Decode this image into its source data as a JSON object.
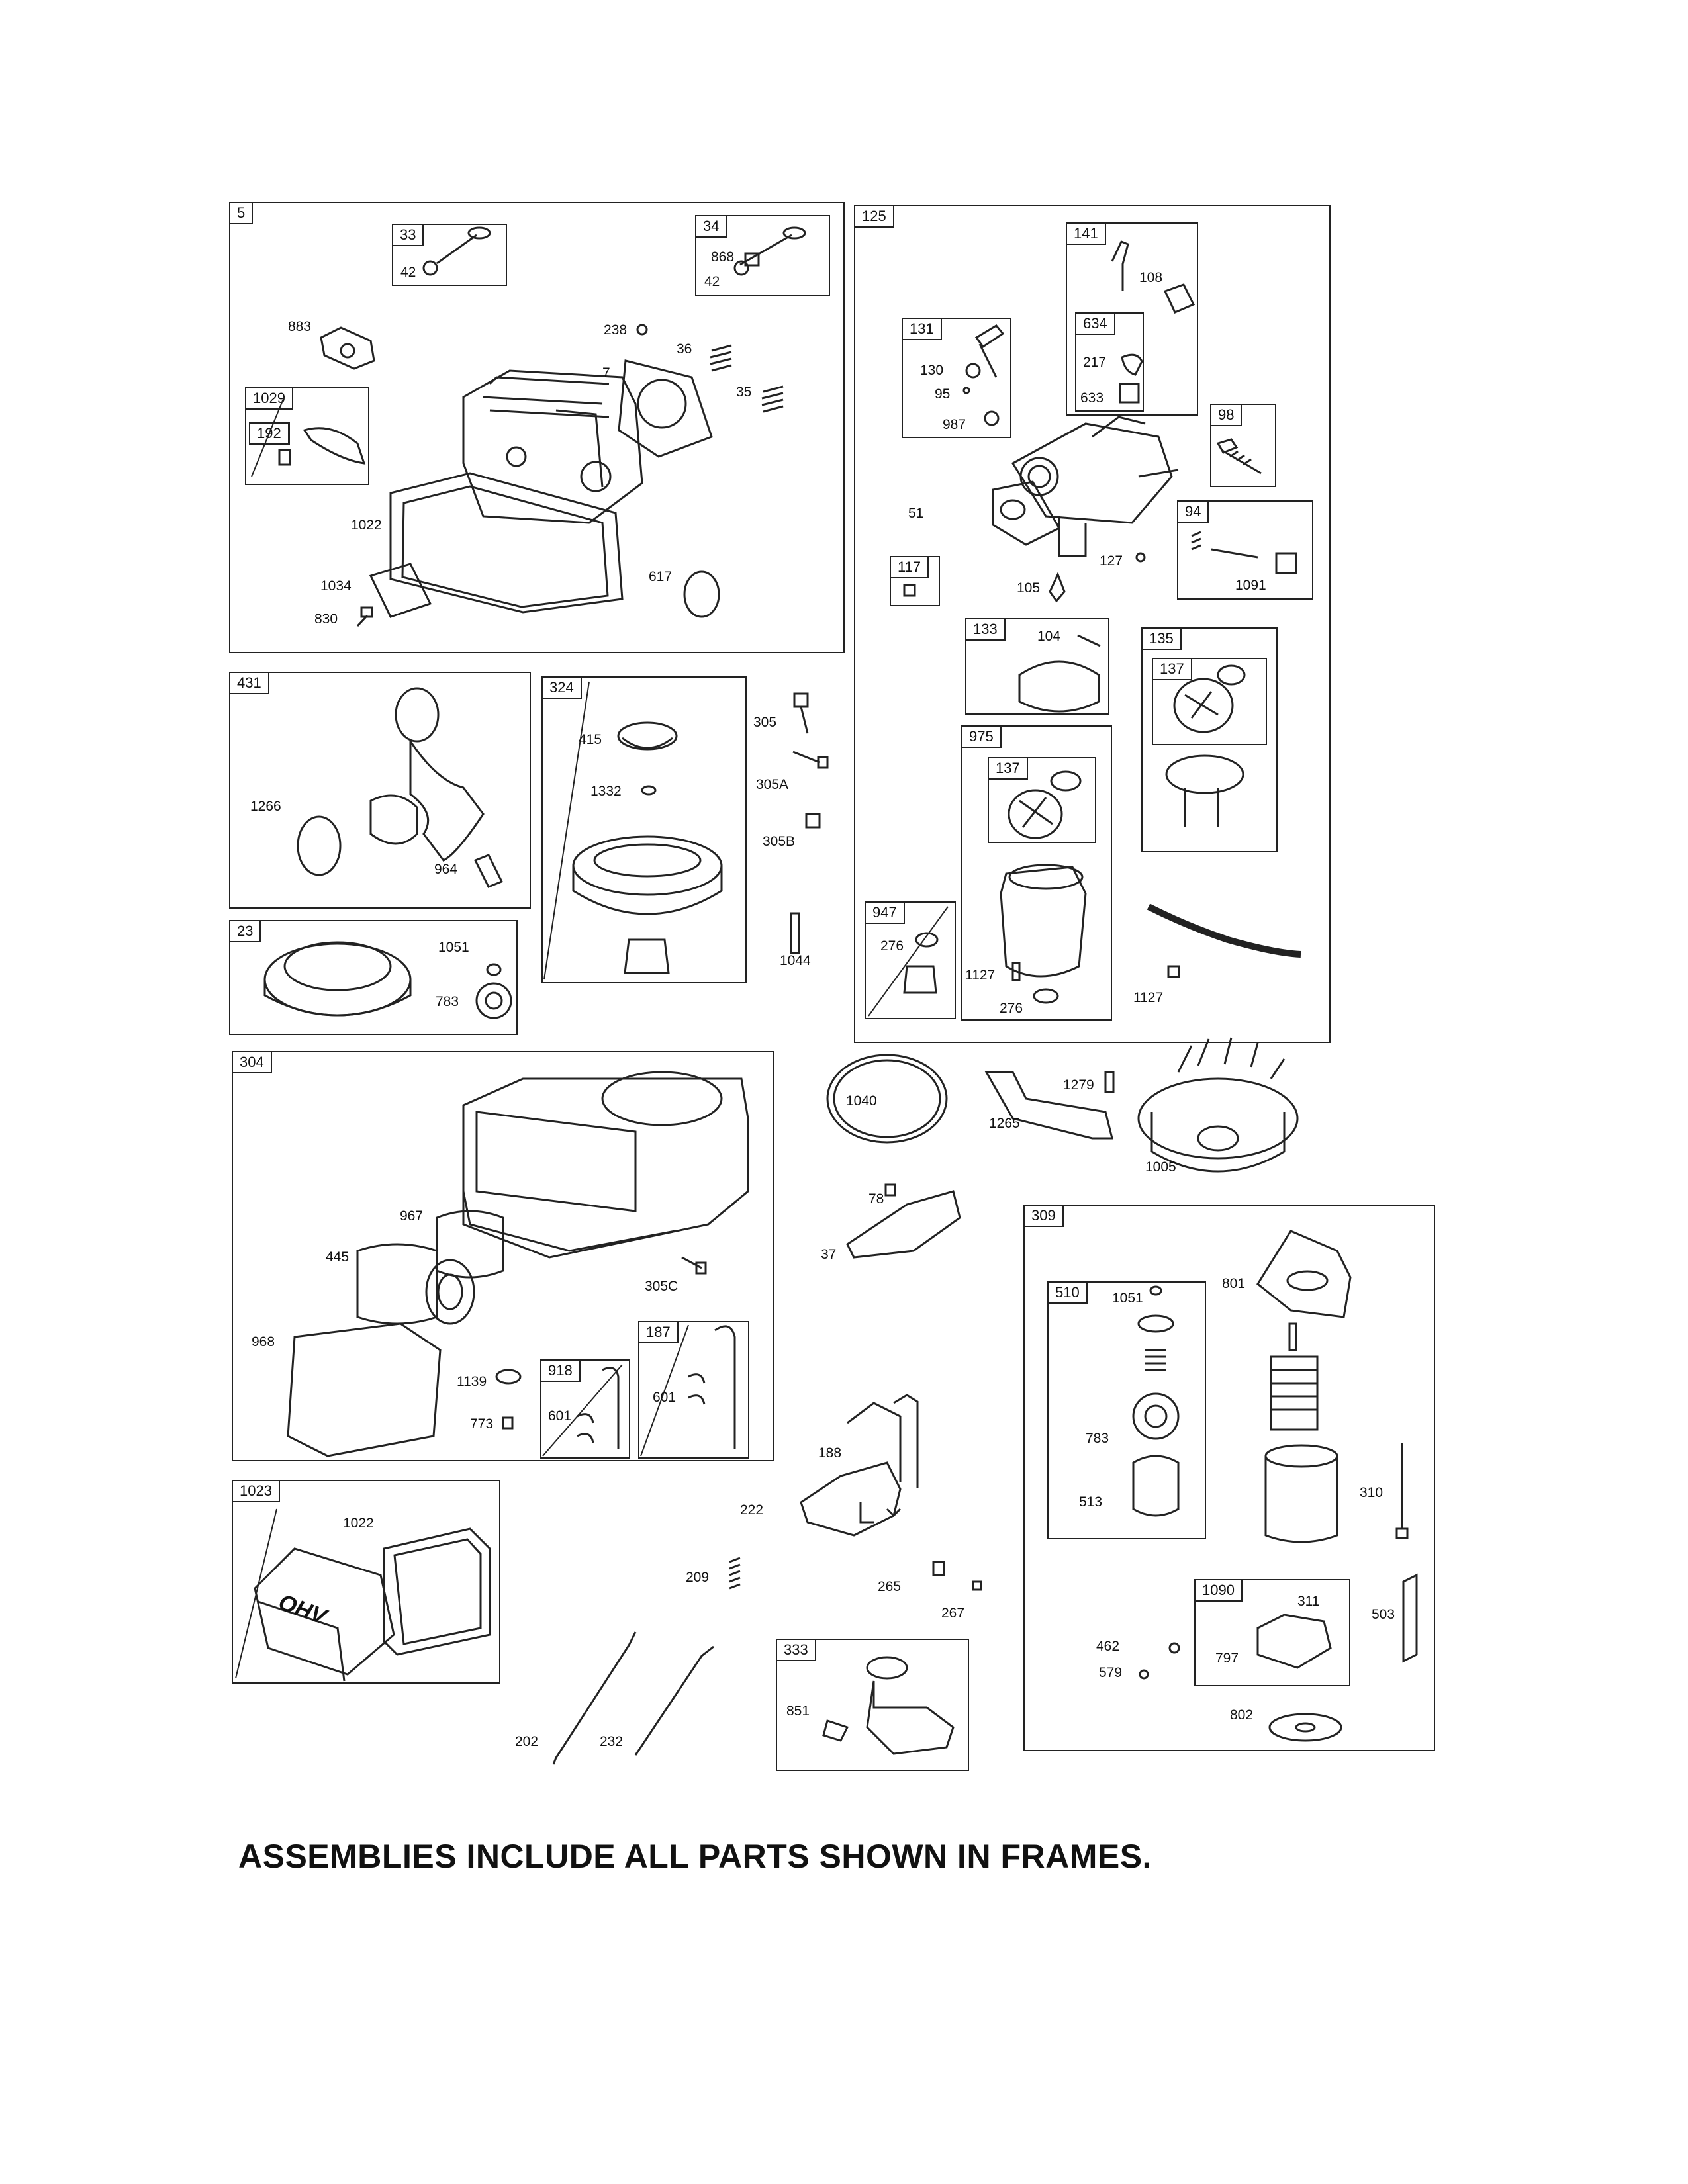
{
  "note": "ASSEMBLIES INCLUDE ALL PARTS SHOWN IN FRAMES.",
  "frames": {
    "f5": "5",
    "f33": "33",
    "f34": "34",
    "f1029": "1029",
    "f192": "192",
    "f125": "125",
    "f141": "141",
    "f131": "131",
    "f634": "634",
    "f98": "98",
    "f94": "94",
    "f117": "117",
    "f133": "133",
    "f135": "135",
    "f137a": "137",
    "f975": "975",
    "f137b": "137",
    "f947": "947",
    "f431": "431",
    "f324": "324",
    "f23": "23",
    "f304": "304",
    "f918": "918",
    "f187": "187",
    "f309": "309",
    "f510": "510",
    "f1090": "1090",
    "f1023": "1023",
    "f333": "333"
  },
  "labels": {
    "l42a": "42",
    "l868": "868",
    "l42b": "42",
    "l883": "883",
    "l238": "238",
    "l36": "36",
    "l7": "7",
    "l35": "35",
    "l1022a": "1022",
    "l1034": "1034",
    "l830": "830",
    "l617": "617",
    "l108": "108",
    "l217": "217",
    "l633": "633",
    "l130": "130",
    "l95": "95",
    "l987": "987",
    "l51": "51",
    "l127": "127",
    "l105": "105",
    "l1091": "1091",
    "l104": "104",
    "l276a": "276",
    "l1127a": "1127",
    "l276b": "276",
    "l1127b": "1127",
    "l1266": "1266",
    "l964": "964",
    "l415": "415",
    "l1332": "1332",
    "l305": "305",
    "l305A": "305A",
    "l305B": "305B",
    "l1044": "1044",
    "l1051a": "1051",
    "l783a": "783",
    "l1040": "1040",
    "l1279": "1279",
    "l1265": "1265",
    "l1005": "1005",
    "l78": "78",
    "l37": "37",
    "l967": "967",
    "l445": "445",
    "l305C": "305C",
    "l968": "968",
    "l1139": "1139",
    "l773": "773",
    "l601a": "601",
    "l601b": "601",
    "l1051b": "1051",
    "l801": "801",
    "l783b": "783",
    "l513": "513",
    "l310": "310",
    "l311": "311",
    "l797": "797",
    "l462": "462",
    "l579": "579",
    "l503": "503",
    "l802": "802",
    "l188": "188",
    "l222": "222",
    "l209": "209",
    "l265": "265",
    "l267": "267",
    "l1022b": "1022",
    "l202": "202",
    "l232": "232",
    "l851": "851",
    "ohv": "OHV"
  }
}
